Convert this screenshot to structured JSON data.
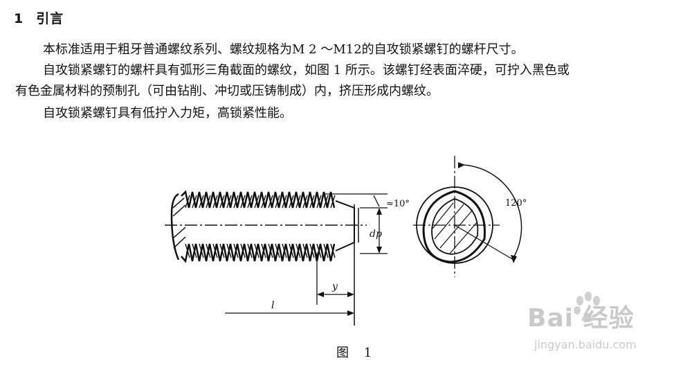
{
  "section": {
    "number": "1",
    "title": "引言"
  },
  "paragraphs": {
    "p1": "本标准适用于粗牙普通螺纹系列、螺纹规格为M 2 ～M12的自攻锁紧螺钉的螺杆尺寸。",
    "p2_line1": "自攻锁紧螺钉的螺杆具有弧形三角截面的螺纹，如图 1 所示。该螺钉经表面淬硬，可拧入黑色或",
    "p2_line2": "有色金属材料的预制孔（可由钻削、冲切或压铸制成）内，挤压形成内螺纹。",
    "p3": "自攻锁紧螺钉具有低拧入力矩，高锁紧性能。"
  },
  "figure": {
    "label_angle_small": "≈10°",
    "label_dp": "dp",
    "label_y": "y",
    "label_l": "l",
    "label_angle_120": "120°",
    "caption": "图 1"
  },
  "watermark": {
    "brand": "Bai  经验",
    "url": "jingyan.baidu.com"
  }
}
